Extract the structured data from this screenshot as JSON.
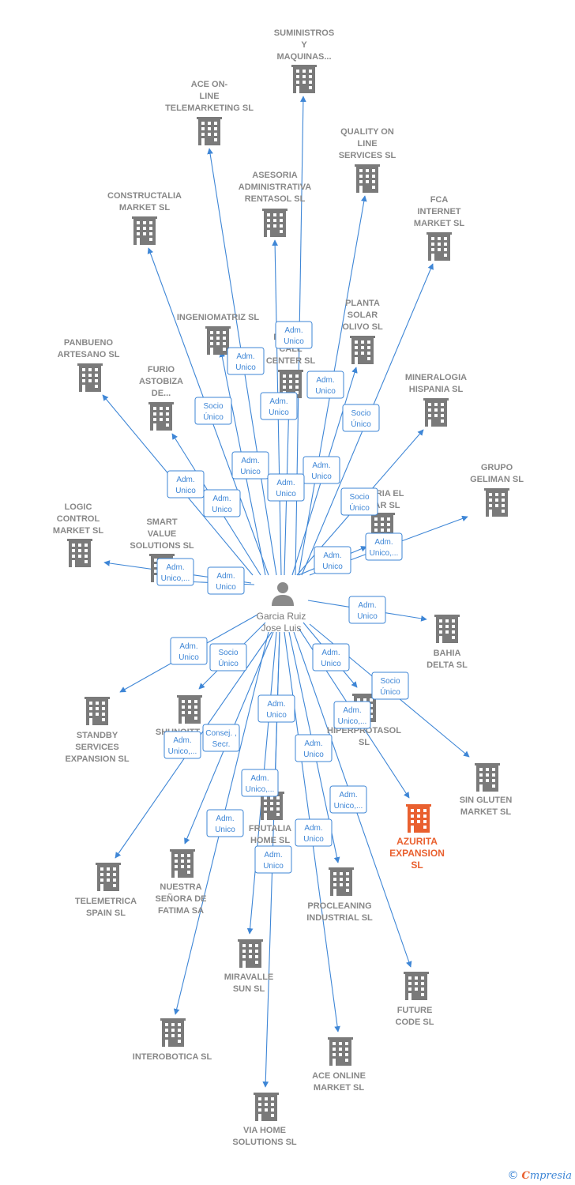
{
  "colors": {
    "edge": "#3e86d6",
    "company": "#7a7a7a",
    "highlight": "#e9602f",
    "person": "#8a8a8a",
    "label": "#888888"
  },
  "center": {
    "name_lines": [
      "Garcia Ruiz",
      "Jose Luis"
    ],
    "icon": "person-icon"
  },
  "companies": [
    {
      "id": "suministros",
      "lines": [
        "SUMINISTROS",
        "Y",
        "MAQUINAS..."
      ],
      "rel": [
        "Adm.",
        "Unico"
      ],
      "highlight": false
    },
    {
      "id": "ace-online-telemarketing",
      "lines": [
        "ACE ON-",
        "LINE",
        "TELEMARKETING SL"
      ],
      "rel": [
        "Adm.",
        "Unico"
      ],
      "highlight": false
    },
    {
      "id": "quality-online",
      "lines": [
        "QUALITY ON",
        "LINE",
        "SERVICES SL"
      ],
      "rel": [
        "Adm.",
        "Unico"
      ],
      "highlight": false
    },
    {
      "id": "asesoria",
      "lines": [
        "ASESORIA",
        "ADMINISTRATIVA",
        "RENTASOL SL"
      ],
      "rel": [
        "Adm.",
        "Unico"
      ],
      "highlight": false
    },
    {
      "id": "constructalia",
      "lines": [
        "CONSTRUCTALIA",
        "MARKET SL"
      ],
      "rel": [
        "Adm.",
        "Unico"
      ],
      "highlight": false
    },
    {
      "id": "fca-internet",
      "lines": [
        "FCA",
        "INTERNET",
        "MARKET SL"
      ],
      "rel": [
        "Socio",
        "Único"
      ],
      "highlight": false
    },
    {
      "id": "ingeniomatriz",
      "lines": [
        "INGENIOMATRIZ SL"
      ],
      "rel": [
        "Socio",
        "Único"
      ],
      "highlight": false
    },
    {
      "id": "planta-solar",
      "lines": [
        "PLANTA",
        "SOLAR",
        "OLIVO SL"
      ],
      "rel": [
        "Adm.",
        "Unico"
      ],
      "highlight": false
    },
    {
      "id": "mac-call-center",
      "lines": [
        "MAC DE",
        "CALL",
        "CENTER SL"
      ],
      "rel": [
        "Adm.",
        "Unico"
      ],
      "highlight": false
    },
    {
      "id": "panbueno",
      "lines": [
        "PANBUENO",
        "ARTESANO SL"
      ],
      "rel": [
        "Adm.",
        "Unico"
      ],
      "highlight": false
    },
    {
      "id": "furio-astobiza",
      "lines": [
        "FURIO",
        "ASTOBIZA",
        "DE..."
      ],
      "rel": [
        "Adm.",
        "Unico"
      ],
      "highlight": false
    },
    {
      "id": "mineralogia",
      "lines": [
        "MINERALOGIA",
        "HISPANIA SL"
      ],
      "rel": [
        "Socio",
        "Único"
      ],
      "highlight": false
    },
    {
      "id": "grupo-geliman",
      "lines": [
        "GRUPO",
        "GELIMAN SL"
      ],
      "rel": [
        "Adm.",
        "Unico,..."
      ],
      "highlight": false
    },
    {
      "id": "eria-el-ar",
      "lines": [
        "ERIA EL",
        "AR SL"
      ],
      "rel": [
        "Adm.",
        "Unico"
      ],
      "highlight": false
    },
    {
      "id": "logic-control",
      "lines": [
        "LOGIC",
        "CONTROL",
        "MARKET SL"
      ],
      "rel": [
        "Adm.",
        "Unico,..."
      ],
      "highlight": false
    },
    {
      "id": "smart-value",
      "lines": [
        "SMART",
        "VALUE",
        "SOLUTIONS SL"
      ],
      "rel": [
        "Adm.",
        "Unico"
      ],
      "highlight": false
    },
    {
      "id": "bahia-delta",
      "lines": [
        "BAHIA",
        "DELTA SL"
      ],
      "rel": [
        "Adm.",
        "Unico"
      ],
      "highlight": false
    },
    {
      "id": "standby",
      "lines": [
        "STANDBY",
        "SERVICES",
        "EXPANSION SL"
      ],
      "rel": [
        "Adm.",
        "Unico"
      ],
      "highlight": false
    },
    {
      "id": "shunoitt",
      "lines": [
        "SHUNOITT"
      ],
      "rel": [
        "Socio",
        "Único"
      ],
      "highlight": false
    },
    {
      "id": "hiper-rotasol",
      "lines": [
        "HIPERPROTASOL",
        "SL"
      ],
      "rel": [
        "Adm.",
        "Unico"
      ],
      "highlight": false
    },
    {
      "id": "sin-gluten",
      "lines": [
        "SIN GLUTEN",
        "MARKET SL"
      ],
      "rel": [
        "Socio",
        "Único"
      ],
      "highlight": false
    },
    {
      "id": "azurita",
      "lines": [
        "AZURITA",
        "EXPANSION",
        "SL"
      ],
      "rel": [
        "Adm.",
        "Unico,..."
      ],
      "highlight": true
    },
    {
      "id": "telemetrica",
      "lines": [
        "TELEMETRICA",
        "SPAIN SL"
      ],
      "rel": [
        "Adm.",
        "Unico,..."
      ],
      "highlight": false
    },
    {
      "id": "nuestra-senora",
      "lines": [
        "NUESTRA",
        "SEÑORA DE",
        "FATIMA SA"
      ],
      "rel": [
        "Consej. ,",
        "Secr."
      ],
      "highlight": false
    },
    {
      "id": "frutalia",
      "lines": [
        "FRUTALIA",
        "HOME SL"
      ],
      "rel": [
        "Adm.",
        "Unico,..."
      ],
      "highlight": false
    },
    {
      "id": "procleaning",
      "lines": [
        "PROCLEANING",
        "INDUSTRIAL SL"
      ],
      "rel": [
        "Adm.",
        "Unico"
      ],
      "highlight": false
    },
    {
      "id": "future-code",
      "lines": [
        "FUTURE",
        "CODE SL"
      ],
      "rel": [
        "Adm.",
        "Unico,..."
      ],
      "highlight": false
    },
    {
      "id": "miravalle",
      "lines": [
        "MIRAVALLE",
        "SUN SL"
      ],
      "rel": [
        "Adm.",
        "Unico"
      ],
      "highlight": false
    },
    {
      "id": "interobotica",
      "lines": [
        "INTEROBOTICA SL"
      ],
      "rel": [
        "Adm.",
        "Unico"
      ],
      "highlight": false
    },
    {
      "id": "ace-online-market",
      "lines": [
        "ACE ONLINE",
        "MARKET SL"
      ],
      "rel": [
        "Adm.",
        "Unico"
      ],
      "highlight": false
    },
    {
      "id": "via-home",
      "lines": [
        "VIA HOME",
        "SOLUTIONS SL"
      ],
      "rel": [
        "Adm.",
        "Unico"
      ],
      "highlight": false
    }
  ],
  "footer": {
    "copyright": "©",
    "brand_first": "C",
    "brand_rest": "mpresia"
  }
}
